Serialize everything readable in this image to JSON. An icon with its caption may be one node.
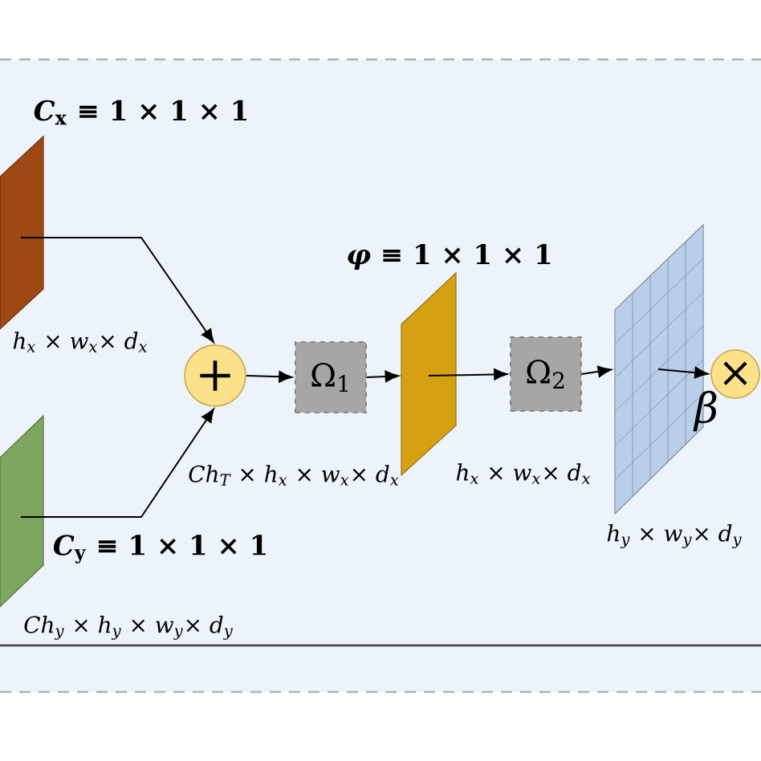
{
  "diagram": {
    "nodes": [
      {
        "text": [],
        "shape": "box",
        "beside": [
          "*C*$_{x}$ ≡ 1 × 1 × 1",
          "h$_{x}$ × w$_{x}$× d$_{x}$"
        ]
      },
      {
        "text": [],
        "shape": "box",
        "beside": [
          "*C*$_{y}$ ≡ 1 × 1 × 1",
          "Ch$_{y}$ × h$_{y}$ × w$_{y}$× d$_{y}$"
        ]
      },
      {
        "text": [
          "+"
        ]
      },
      {
        "text": [
          "Ω$_{1}$"
        ]
      },
      {
        "text": [],
        "shape": "box",
        "beside": [
          "*φ* ≡ 1 × 1 × 1"
        ]
      },
      {
        "text": [
          "Ω$_{2}$"
        ]
      },
      {
        "text": [],
        "shape": "box",
        "beside": [
          "h$_{y}$ × w$_{y}$× d$_{y}$"
        ]
      },
      {
        "text": [
          "×"
        ]
      }
    ],
    "edges": [
      {
        "from": 0,
        "to": 2,
        "arrow": "to"
      },
      {
        "from": 1,
        "to": 2,
        "arrow": "to"
      },
      {
        "from": 2,
        "to": 3,
        "arrow": "to"
      },
      {
        "from": 3,
        "to": 4,
        "arrow": "to"
      },
      {
        "from": 4,
        "to": 5,
        "arrow": "to"
      },
      {
        "from": 5,
        "to": 6,
        "arrow": "to"
      },
      {
        "from": 6,
        "to": 7,
        "arrow": "to",
        "label": "β"
      }
    ],
    "labels": [
      "Ch$_{T}$ × h$_{x}$ × w$_{x}$× d$_{x}$",
      "h$_{x}$ × w$_{x}$× d$_{x}$"
    ]
  }
}
